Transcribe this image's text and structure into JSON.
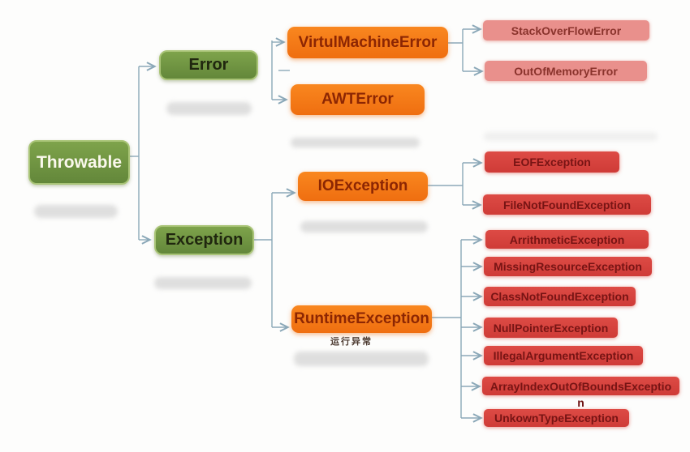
{
  "diagram": {
    "nodes": {
      "throwable": {
        "label": "Throwable"
      },
      "error": {
        "label": "Error"
      },
      "exception": {
        "label": "Exception"
      },
      "virtual_machine_error": {
        "label": "VirtulMachineError"
      },
      "awt_error": {
        "label": "AWTError"
      },
      "io_exception": {
        "label": "IOException"
      },
      "runtime_exception": {
        "label": "RuntimeException",
        "note": "运行异常"
      },
      "stack_overflow_error": {
        "label": "StackOverFlowError"
      },
      "out_of_memory_error": {
        "label": "OutOfMemoryError"
      },
      "eof_exception": {
        "label": "EOFException"
      },
      "file_not_found_exception": {
        "label": "FileNotFoundException"
      },
      "arithmetic_exception": {
        "label": "ArrithmeticException"
      },
      "missing_resource_exception": {
        "label": "MissingResourceException"
      },
      "class_not_found_exception": {
        "label": "ClassNotFoundException"
      },
      "null_pointer_exception": {
        "label": "NullPointerException",
        "overflow": ""
      },
      "illegal_argument_exception": {
        "label": "IllegalArgumentException"
      },
      "array_index_out_of_bounds_exception": {
        "label": "ArrayIndexOutOfBoundsExceptio",
        "overflow": "n"
      },
      "unknown_type_exception": {
        "label": "UnkownTypeException"
      }
    },
    "edges": [
      [
        "Throwable",
        "Error"
      ],
      [
        "Throwable",
        "Exception"
      ],
      [
        "Error",
        "VirtulMachineError"
      ],
      [
        "Error",
        "AWTError"
      ],
      [
        "VirtulMachineError",
        "StackOverFlowError"
      ],
      [
        "VirtulMachineError",
        "OutOfMemoryError"
      ],
      [
        "Exception",
        "IOException"
      ],
      [
        "Exception",
        "RuntimeException"
      ],
      [
        "IOException",
        "EOFException"
      ],
      [
        "IOException",
        "FileNotFoundException"
      ],
      [
        "RuntimeException",
        "ArrithmeticException"
      ],
      [
        "RuntimeException",
        "MissingResourceException"
      ],
      [
        "RuntimeException",
        "ClassNotFoundException"
      ],
      [
        "RuntimeException",
        "NullPointerException"
      ],
      [
        "RuntimeException",
        "IllegalArgumentException"
      ],
      [
        "RuntimeException",
        "ArrayIndexOutOfBoundsException"
      ],
      [
        "RuntimeException",
        "UnkownTypeException"
      ]
    ],
    "colors": {
      "green_box": "#6d9040",
      "green_border": "#a9c477",
      "orange_box": "#f5791d",
      "orange_text": "#8c2603",
      "pink_box": "#e9908c",
      "red_box": "#d7423e",
      "red_text": "#771414",
      "connector": "#8ba8b8",
      "blur_bar": "#d2d2d2"
    }
  }
}
